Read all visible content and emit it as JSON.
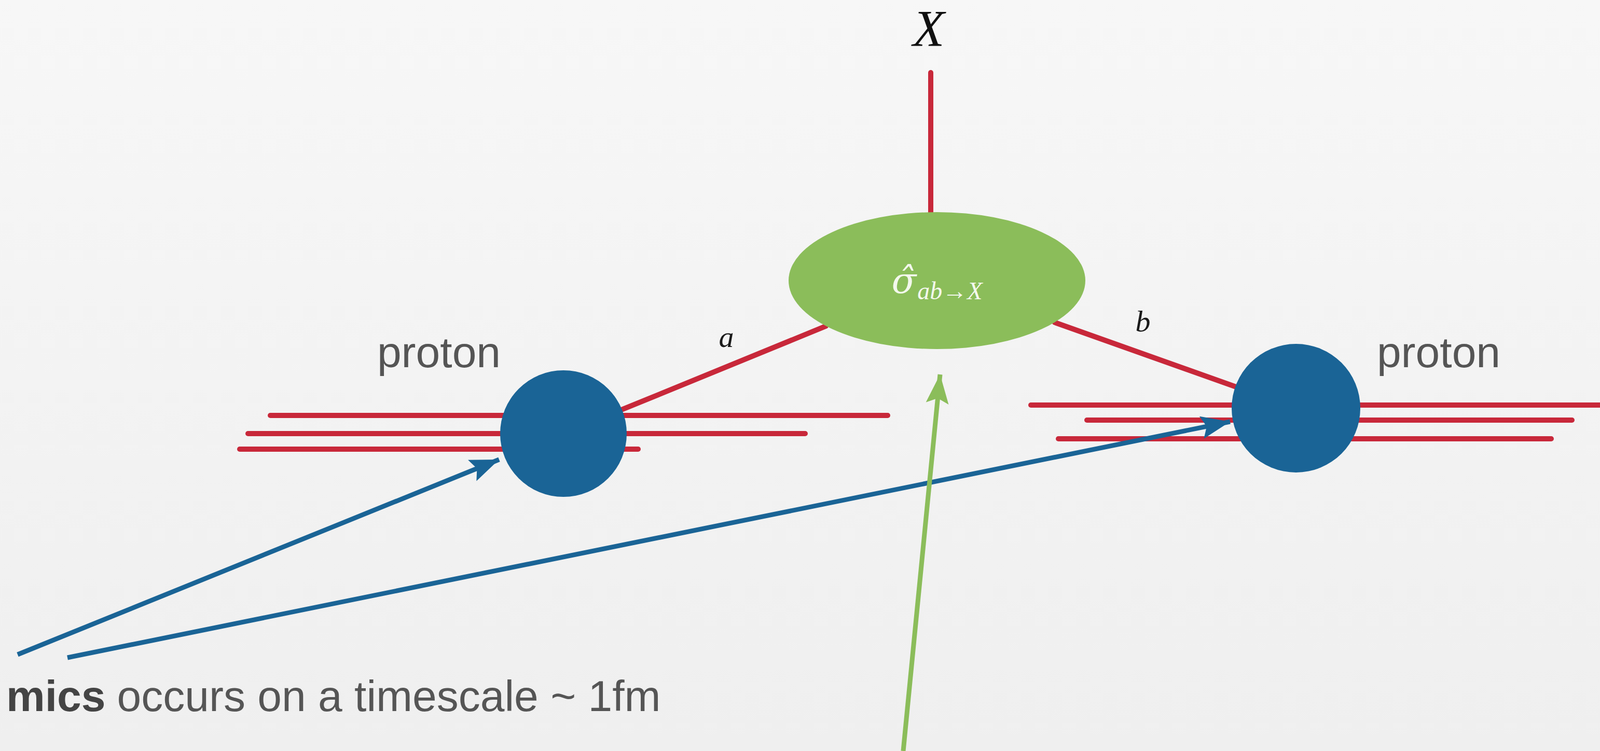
{
  "diagram": {
    "nodes": [
      {
        "text": [
          "σ̂",
          "ab→X"
        ]
      },
      {
        "text": [
          "proton"
        ]
      },
      {
        "text": [
          "proton"
        ]
      }
    ],
    "edges": [
      {
        "from": 1,
        "to": 0,
        "arrow": "none",
        "label": "a"
      },
      {
        "from": 2,
        "to": 0,
        "arrow": "none",
        "label": "b"
      }
    ],
    "labels": [
      "X",
      "mics",
      "occurs on a timescale ~ 1fm"
    ]
  }
}
